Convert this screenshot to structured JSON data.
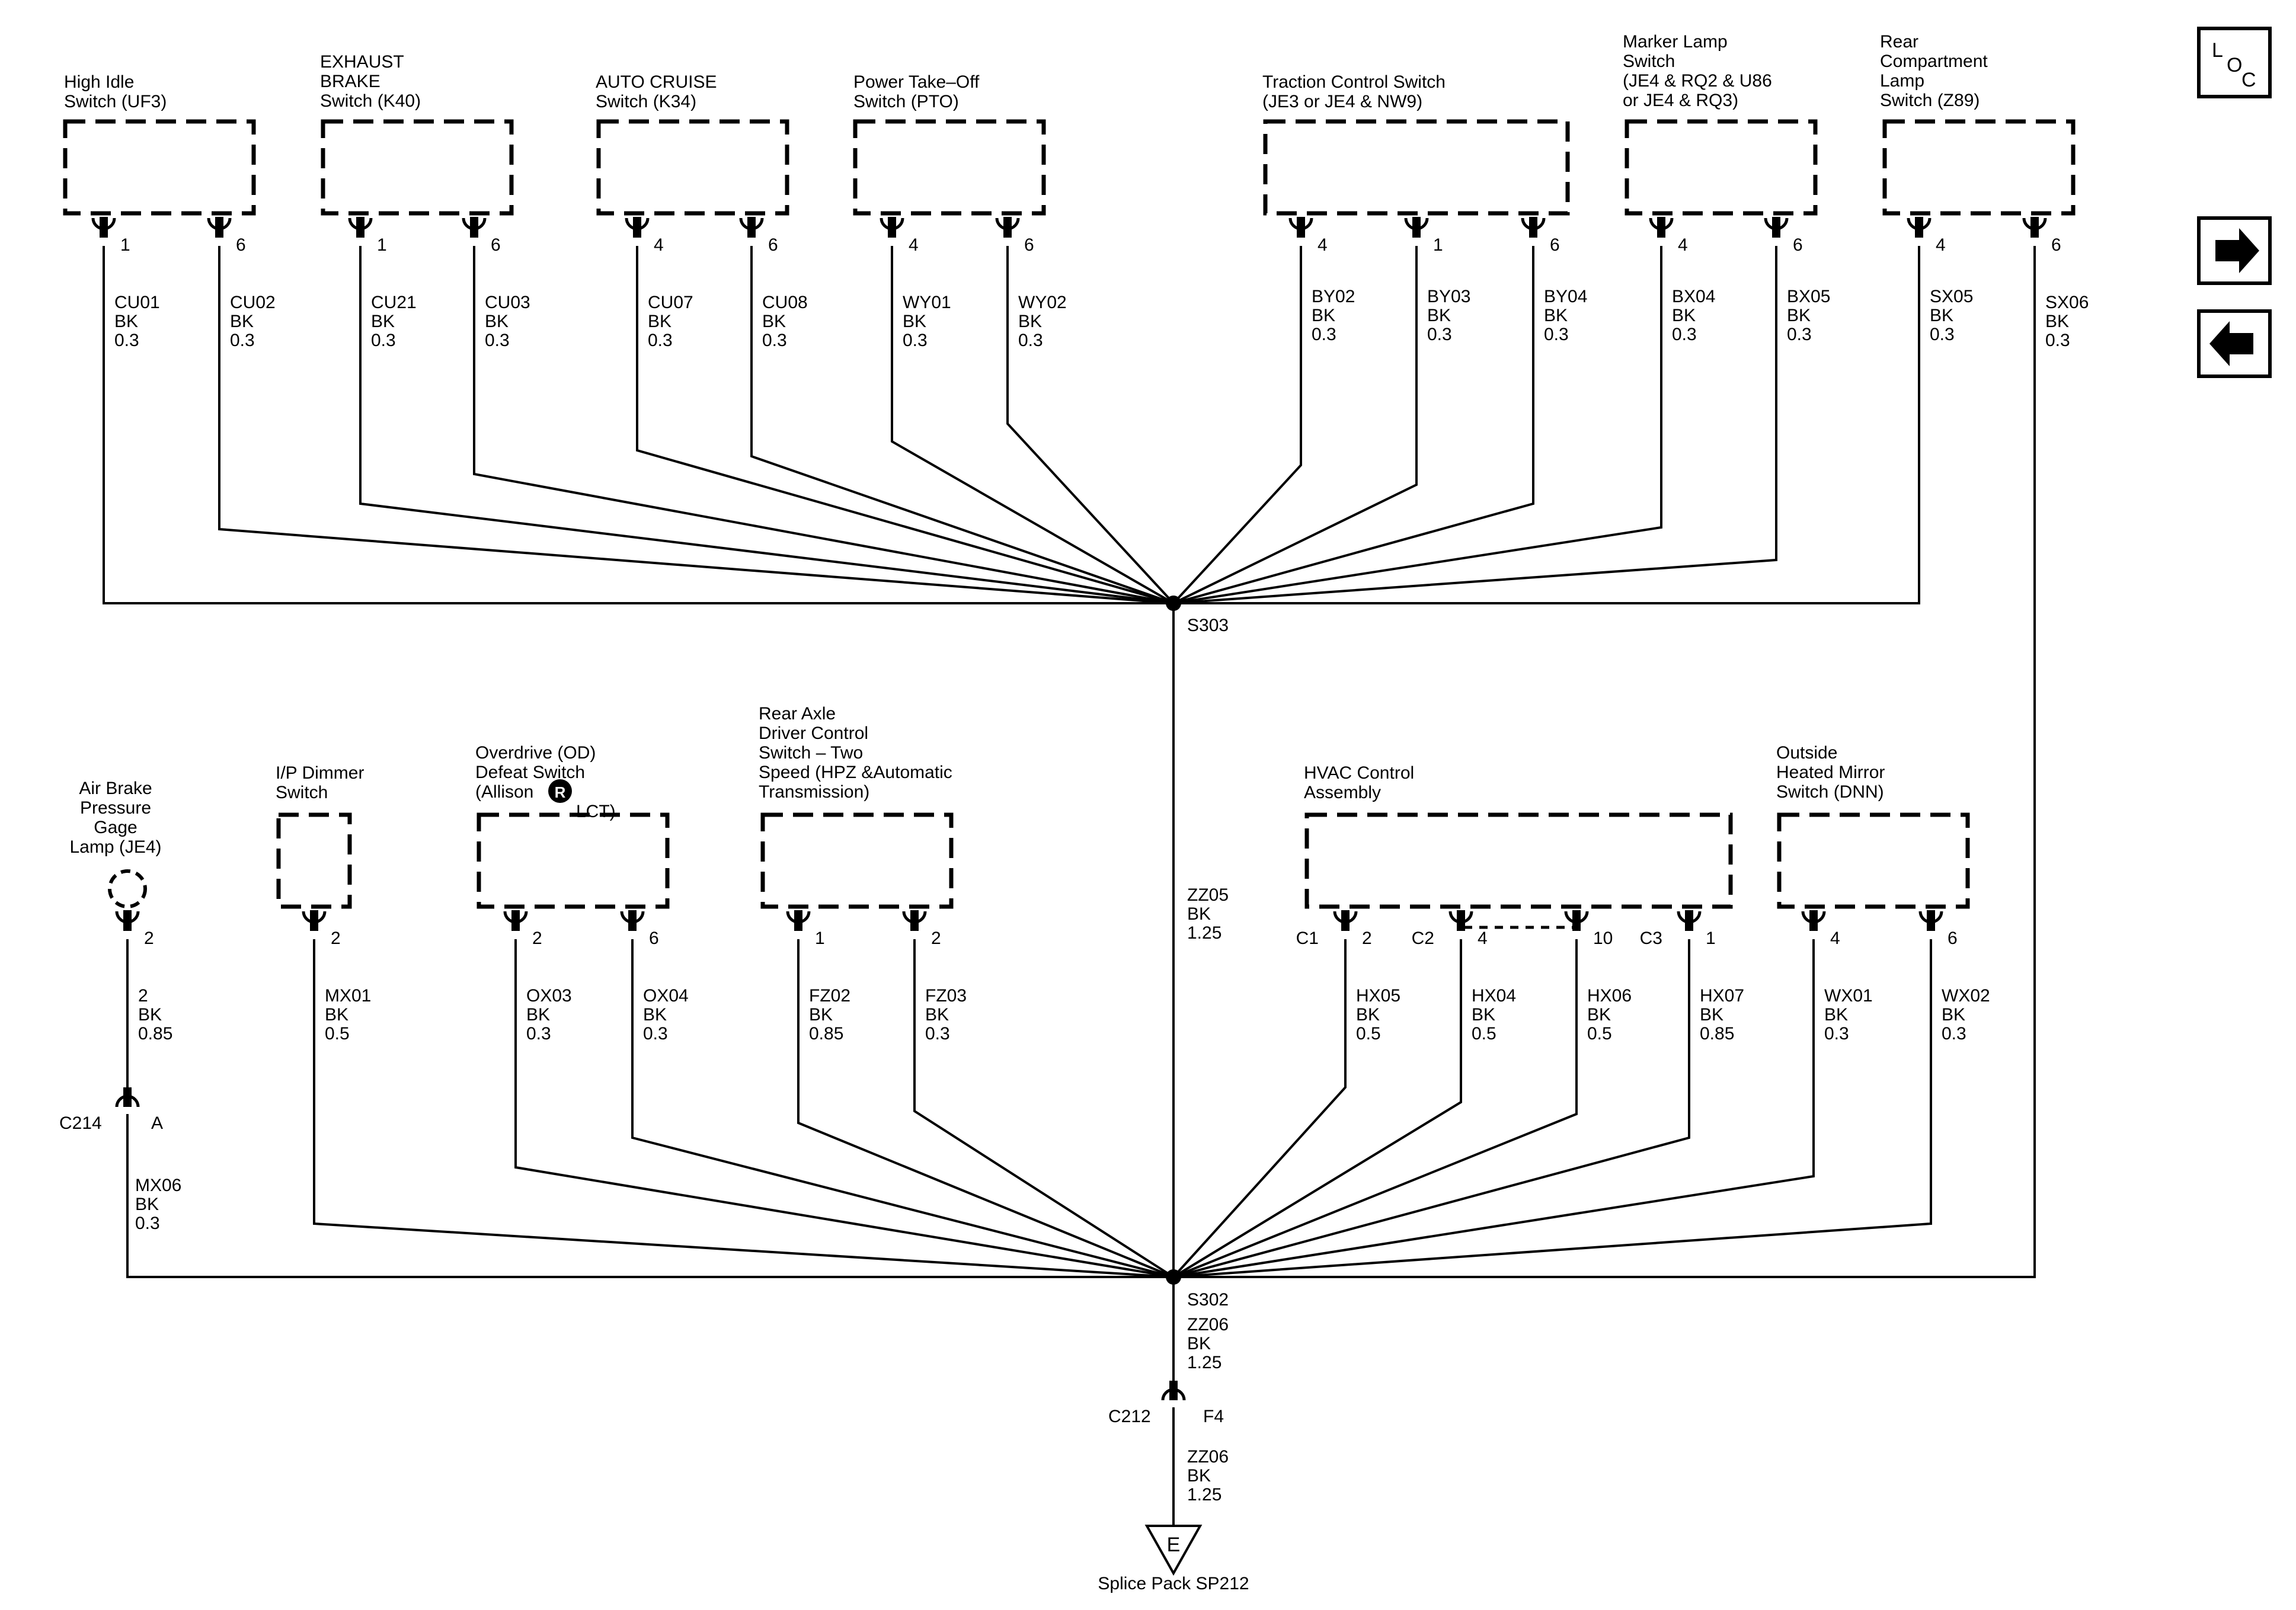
{
  "components": [
    {
      "id": "high-idle",
      "label": [
        "High Idle",
        "Switch (UF3)"
      ],
      "wires": [
        {
          "pin": "1",
          "circuit": "CU01",
          "color": "BK",
          "gauge": "0.3"
        },
        {
          "pin": "6",
          "circuit": "CU02",
          "color": "BK",
          "gauge": "0.3"
        }
      ]
    },
    {
      "id": "exhaust-brake",
      "label": [
        "EXHAUST",
        "BRAKE",
        "Switch (K40)"
      ],
      "wires": [
        {
          "pin": "1",
          "circuit": "CU21",
          "color": "BK",
          "gauge": "0.3"
        },
        {
          "pin": "6",
          "circuit": "CU03",
          "color": "BK",
          "gauge": "0.3"
        }
      ]
    },
    {
      "id": "auto-cruise",
      "label": [
        "AUTO CRUISE",
        "Switch (K34)"
      ],
      "wires": [
        {
          "pin": "4",
          "circuit": "CU07",
          "color": "BK",
          "gauge": "0.3"
        },
        {
          "pin": "6",
          "circuit": "CU08",
          "color": "BK",
          "gauge": "0.3"
        }
      ]
    },
    {
      "id": "pto",
      "label": [
        "Power Take–Off",
        "Switch (PTO)"
      ],
      "wires": [
        {
          "pin": "4",
          "circuit": "WY01",
          "color": "BK",
          "gauge": "0.3"
        },
        {
          "pin": "6",
          "circuit": "WY02",
          "color": "BK",
          "gauge": "0.3"
        }
      ]
    },
    {
      "id": "traction",
      "label": [
        "Traction Control Switch",
        "(JE3 or JE4 & NW9)"
      ],
      "wires": [
        {
          "pin": "4",
          "circuit": "BY02",
          "color": "BK",
          "gauge": "0.3"
        },
        {
          "pin": "1",
          "circuit": "BY03",
          "color": "BK",
          "gauge": "0.3"
        },
        {
          "pin": "6",
          "circuit": "BY04",
          "color": "BK",
          "gauge": "0.3"
        }
      ]
    },
    {
      "id": "marker-lamp",
      "label": [
        "Marker Lamp",
        "Switch",
        "(JE4 & RQ2 & U86",
        "or JE4 & RQ3)"
      ],
      "wires": [
        {
          "pin": "4",
          "circuit": "BX04",
          "color": "BK",
          "gauge": "0.3"
        },
        {
          "pin": "6",
          "circuit": "BX05",
          "color": "BK",
          "gauge": "0.3"
        }
      ]
    },
    {
      "id": "rear-compartment",
      "label": [
        "Rear",
        "Compartment",
        "Lamp",
        "Switch (Z89)"
      ],
      "wires": [
        {
          "pin": "4",
          "circuit": "SX05",
          "color": "BK",
          "gauge": "0.3"
        },
        {
          "pin": "6",
          "circuit": "SX06",
          "color": "BK",
          "gauge": "0.3"
        }
      ]
    },
    {
      "id": "air-brake",
      "label": [
        "Air Brake",
        "Pressure",
        "Gage",
        "Lamp (JE4)"
      ],
      "wires": [
        {
          "pin": "2",
          "circuit": "2",
          "color": "BK",
          "gauge": "0.85"
        }
      ]
    },
    {
      "id": "ip-dimmer",
      "label": [
        "I/P Dimmer",
        "Switch"
      ],
      "wires": [
        {
          "pin": "2",
          "circuit": "MX01",
          "color": "BK",
          "gauge": "0.5"
        }
      ]
    },
    {
      "id": "overdrive",
      "label": [
        "Overdrive (OD)",
        "Defeat Switch",
        "(Allison",
        "LCT)"
      ],
      "wires": [
        {
          "pin": "2",
          "circuit": "OX03",
          "color": "BK",
          "gauge": "0.3"
        },
        {
          "pin": "6",
          "circuit": "OX04",
          "color": "BK",
          "gauge": "0.3"
        }
      ]
    },
    {
      "id": "rear-axle",
      "label": [
        "Rear Axle",
        "Driver Control",
        "Switch – Two",
        "Speed (HPZ &Automatic",
        "Transmission)"
      ],
      "wires": [
        {
          "pin": "1",
          "circuit": "FZ02",
          "color": "BK",
          "gauge": "0.85"
        },
        {
          "pin": "2",
          "circuit": "FZ03",
          "color": "BK",
          "gauge": "0.3"
        }
      ]
    },
    {
      "id": "hvac",
      "label": [
        "HVAC Control",
        "Assembly"
      ],
      "wires": [
        {
          "connector": "C1",
          "pin": "2",
          "circuit": "HX05",
          "color": "BK",
          "gauge": "0.5"
        },
        {
          "connector": "C2",
          "pin": "4",
          "circuit": "HX04",
          "color": "BK",
          "gauge": "0.5"
        },
        {
          "pin": "10",
          "circuit": "HX06",
          "color": "BK",
          "gauge": "0.5"
        },
        {
          "connector": "C3",
          "pin": "1",
          "circuit": "HX07",
          "color": "BK",
          "gauge": "0.85"
        }
      ]
    },
    {
      "id": "mirror",
      "label": [
        "Outside",
        "Heated Mirror",
        "Switch (DNN)"
      ],
      "wires": [
        {
          "pin": "4",
          "circuit": "WX01",
          "color": "BK",
          "gauge": "0.3"
        },
        {
          "pin": "6",
          "circuit": "WX02",
          "color": "BK",
          "gauge": "0.3"
        }
      ]
    }
  ],
  "registered_mark": "R",
  "splices": {
    "upper": "S303",
    "lower": "S302"
  },
  "trunk": {
    "circuit": "ZZ05",
    "color": "BK",
    "gauge": "1.25"
  },
  "inline_c214": {
    "name": "C214",
    "pin": "A",
    "circuit": "MX06",
    "color": "BK",
    "gauge": "0.3"
  },
  "ground_path": {
    "upper": {
      "circuit": "ZZ06",
      "color": "BK",
      "gauge": "1.25"
    },
    "connector": "C212",
    "pin": "F4",
    "lower": {
      "circuit": "ZZ06",
      "color": "BK",
      "gauge": "1.25"
    },
    "ground_symbol": "E",
    "ground_label": "Splice Pack SP212"
  },
  "nav": {
    "loc_letters": [
      "L",
      "O",
      "C"
    ],
    "next": "→",
    "prev": "←"
  }
}
